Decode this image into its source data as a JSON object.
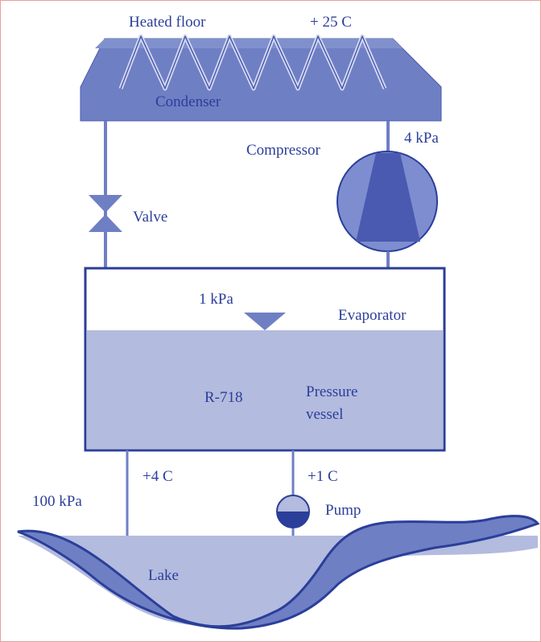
{
  "labels": {
    "heated_floor": "Heated floor",
    "floor_temp": "+ 25 C",
    "condenser": "Condenser",
    "compressor": "Compressor",
    "compressor_pressure": "4 kPa",
    "valve": "Valve",
    "evaporator_pressure": "1 kPa",
    "evaporator": "Evaporator",
    "refrigerant": "R-718",
    "pressure_vessel_line1": "Pressure",
    "pressure_vessel_line2": "vessel",
    "outlet_temp": "+4 C",
    "inlet_temp": "+1 C",
    "atmospheric_pressure": "100 kPa",
    "pump": "Pump",
    "lake": "Lake"
  },
  "colors": {
    "outline": "#2b3e9a",
    "fill": "#6f7fc4",
    "light_fill": "#b3bbde",
    "text": "#2b3e9a"
  }
}
